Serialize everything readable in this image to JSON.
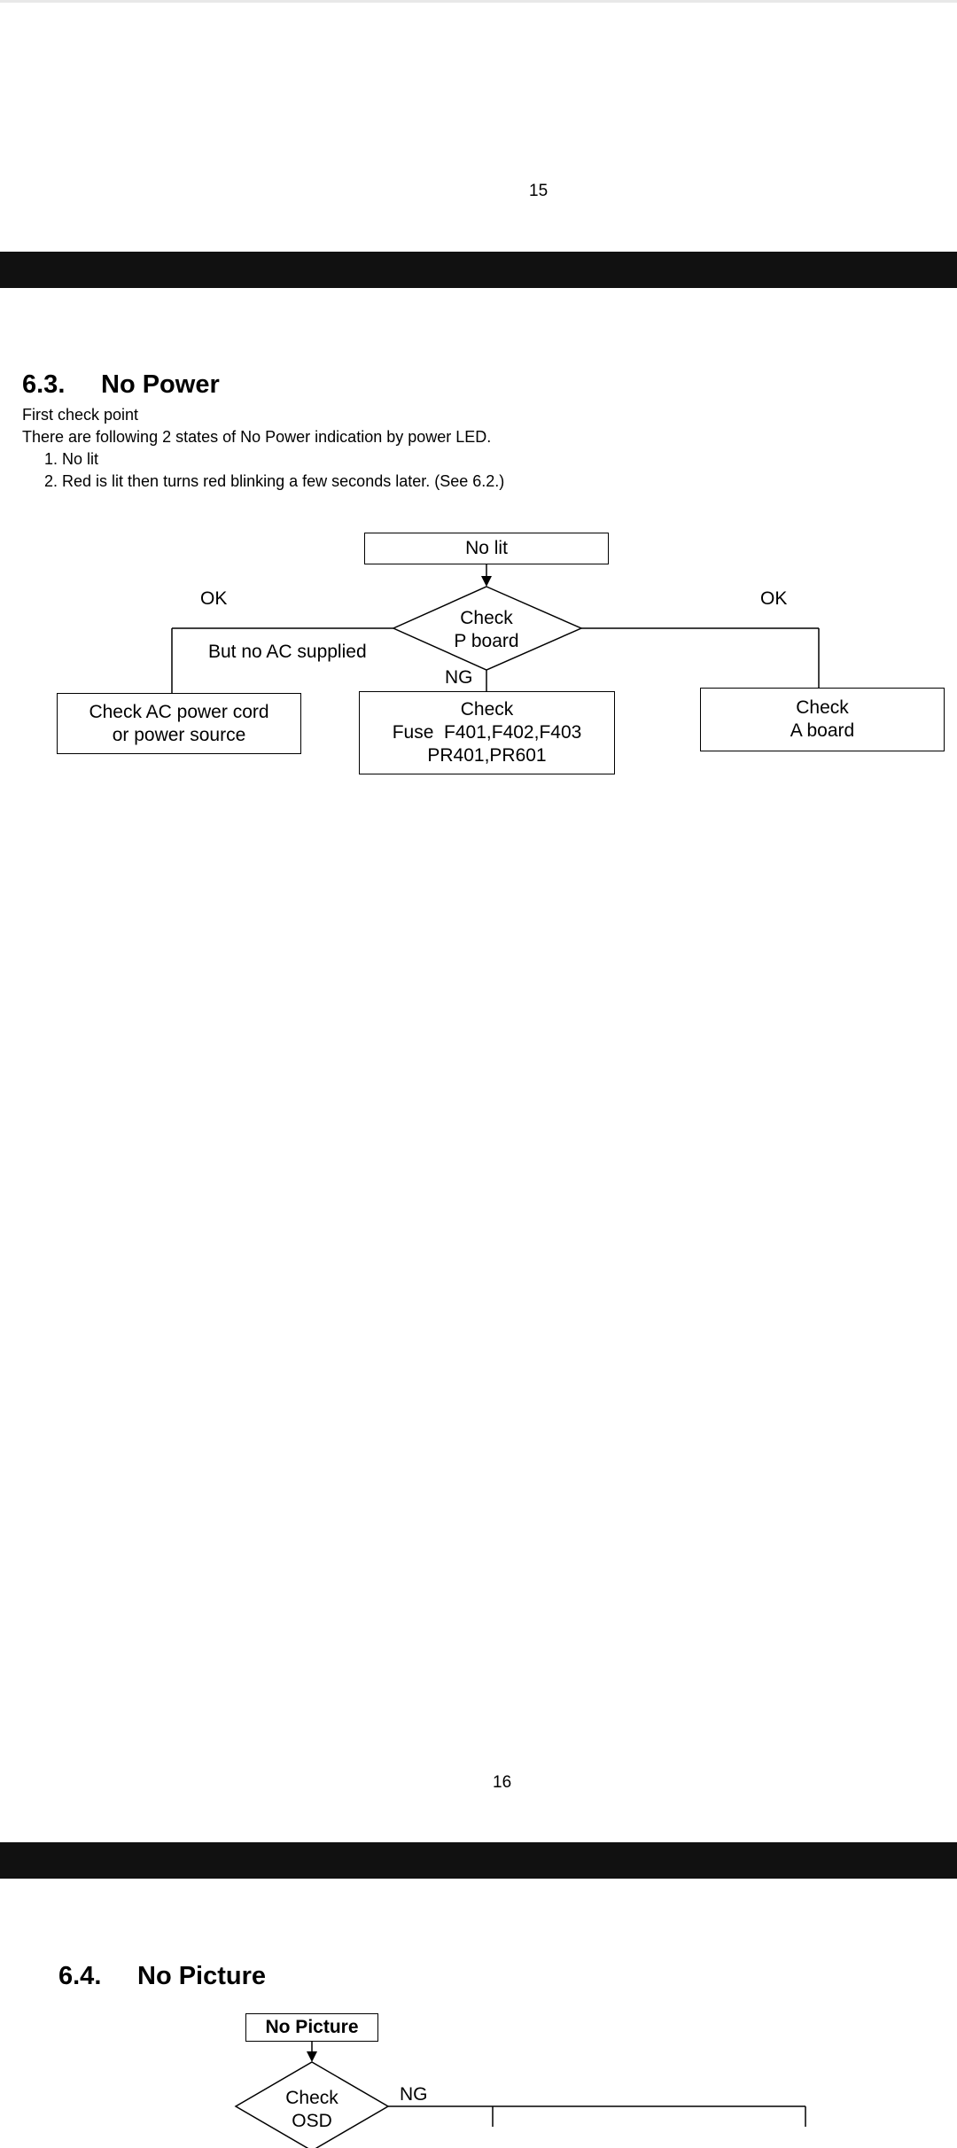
{
  "page1": {
    "number": "15"
  },
  "page2": {
    "number": "16",
    "section": {
      "number": "6.3.",
      "title": "No Power",
      "first_check": "First check point",
      "intro": "There are following 2 states of No Power indication by power LED.",
      "states": [
        "1. No lit",
        "2. Red is lit then turns red blinking a few seconds later. (See 6.2.)"
      ]
    },
    "flowchart": {
      "start": "No lit",
      "decision": [
        "Check",
        "P board"
      ],
      "left_ok": "OK",
      "right_ok": "OK",
      "left_note": "But no AC supplied",
      "ng": "NG",
      "left_box": [
        "Check AC power cord",
        "or power source"
      ],
      "center_box": [
        "Check",
        "Fuse  F401,F402,F403",
        "PR401,PR601"
      ],
      "right_box": [
        "Check",
        "A board"
      ]
    }
  },
  "page3": {
    "section": {
      "number": "6.4.",
      "title": "No Picture"
    },
    "flowchart": {
      "start": "No Picture",
      "decision": [
        "Check",
        "OSD"
      ],
      "ng": "NG"
    }
  }
}
